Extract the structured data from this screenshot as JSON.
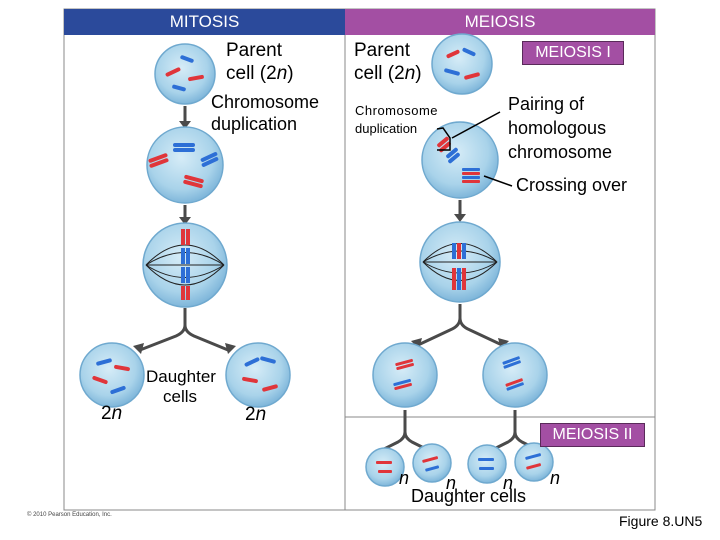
{
  "colors": {
    "mitosis_header": "#2b4a9b",
    "meiosis_header": "#a34fa3",
    "meiosis_tag": "#a34fa3",
    "cell_fill": "#a9d3ea",
    "cell_edge": "#6fa9cf",
    "chrom_red": "#e0353a",
    "chrom_blue": "#2d6fd6",
    "arrow": "#4a4a4a",
    "panel_border": "#888888"
  },
  "icons": [
    "cell-icon",
    "chromosome-icon",
    "arrow-icon",
    "spindle-icon"
  ],
  "mitosis": {
    "header": "MITOSIS",
    "parent_line1": "Parent",
    "parent_line2": "cell (2",
    "parent_n": "n",
    "parent_close": ")",
    "dup_line1": "Chromosome",
    "dup_line2": "duplication",
    "daughter_line1": "Daughter",
    "daughter_line2": "cells",
    "left_2": "2",
    "left_n": "n",
    "right_2": "2",
    "right_n": "n"
  },
  "meiosis": {
    "header": "MEIOSIS",
    "parent_line1": "Parent",
    "parent_line2": "cell (2",
    "parent_n": "n",
    "parent_close": ")",
    "meiosis1": "MEIOSIS I",
    "dup_line1": "Chromosome",
    "dup_line2": "duplication",
    "pairing_line1": "Pairing of",
    "pairing_line2": "homologous",
    "pairing_line3": "chromosome",
    "crossing": "Crossing over",
    "meiosis2": "MEIOSIS II",
    "n1": "n",
    "n2": "n",
    "n3": "n",
    "n4": "n",
    "daughters": "Daughter cells"
  },
  "copyright": "© 2010 Pearson Education, Inc.",
  "figure": "Figure 8.UN5"
}
